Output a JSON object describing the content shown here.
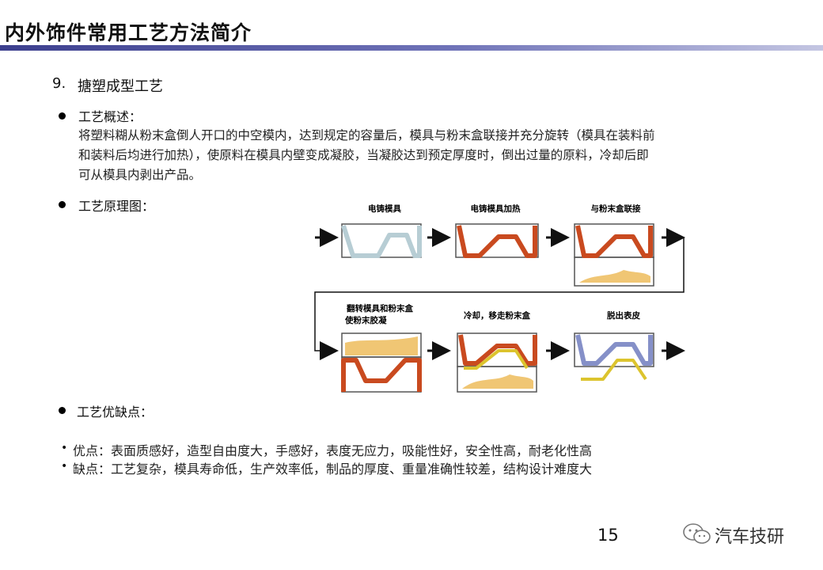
{
  "header": {
    "title": "内外饰件常用工艺方法简介"
  },
  "section": {
    "number": "9.",
    "title": "搪塑成型工艺"
  },
  "overview": {
    "label": "工艺概述：",
    "lines": [
      "将塑料糊从粉末盒倒人开口的中空模内，达到规定的容量后，模具与粉末盒联接并充分旋转（模具在装料前",
      "和装料后均进行加热），使原料在模具内壁变成凝胶，当凝胶达到预定厚度时，倒出过量的原料，冷却后即",
      "可从模具内剥出产品。"
    ]
  },
  "principle": {
    "label": "工艺原理图："
  },
  "diagram": {
    "steps": [
      {
        "lines": [
          "电铸模具"
        ]
      },
      {
        "lines": [
          "电铸模具加热"
        ]
      },
      {
        "lines": [
          "与粉末盒联接"
        ]
      },
      {
        "lines": [
          "翻转模具和粉末盒",
          "使粉末胶凝"
        ]
      },
      {
        "lines": [
          "冷却，移走粉末盒"
        ]
      },
      {
        "lines": [
          "脱出表皮"
        ]
      }
    ],
    "colors": {
      "cold_mold": "#b7cdd4",
      "hot_mold": "#c94a1f",
      "cooled_mold": "#8590c8",
      "powder": "#f0c674",
      "skin": "#dcc42e"
    }
  },
  "pros_cons": {
    "label": "工艺优缺点：",
    "pros": "优点：表面质感好，造型自由度大，手感好，表度无应力，吸能性好，安全性高，耐老化性高",
    "cons": "缺点：工艺复杂，模具寿命低，生产效率低，制品的厚度、重量准确性较差，结构设计难度大"
  },
  "footer": {
    "page": "15",
    "brand": "汽车技研"
  }
}
